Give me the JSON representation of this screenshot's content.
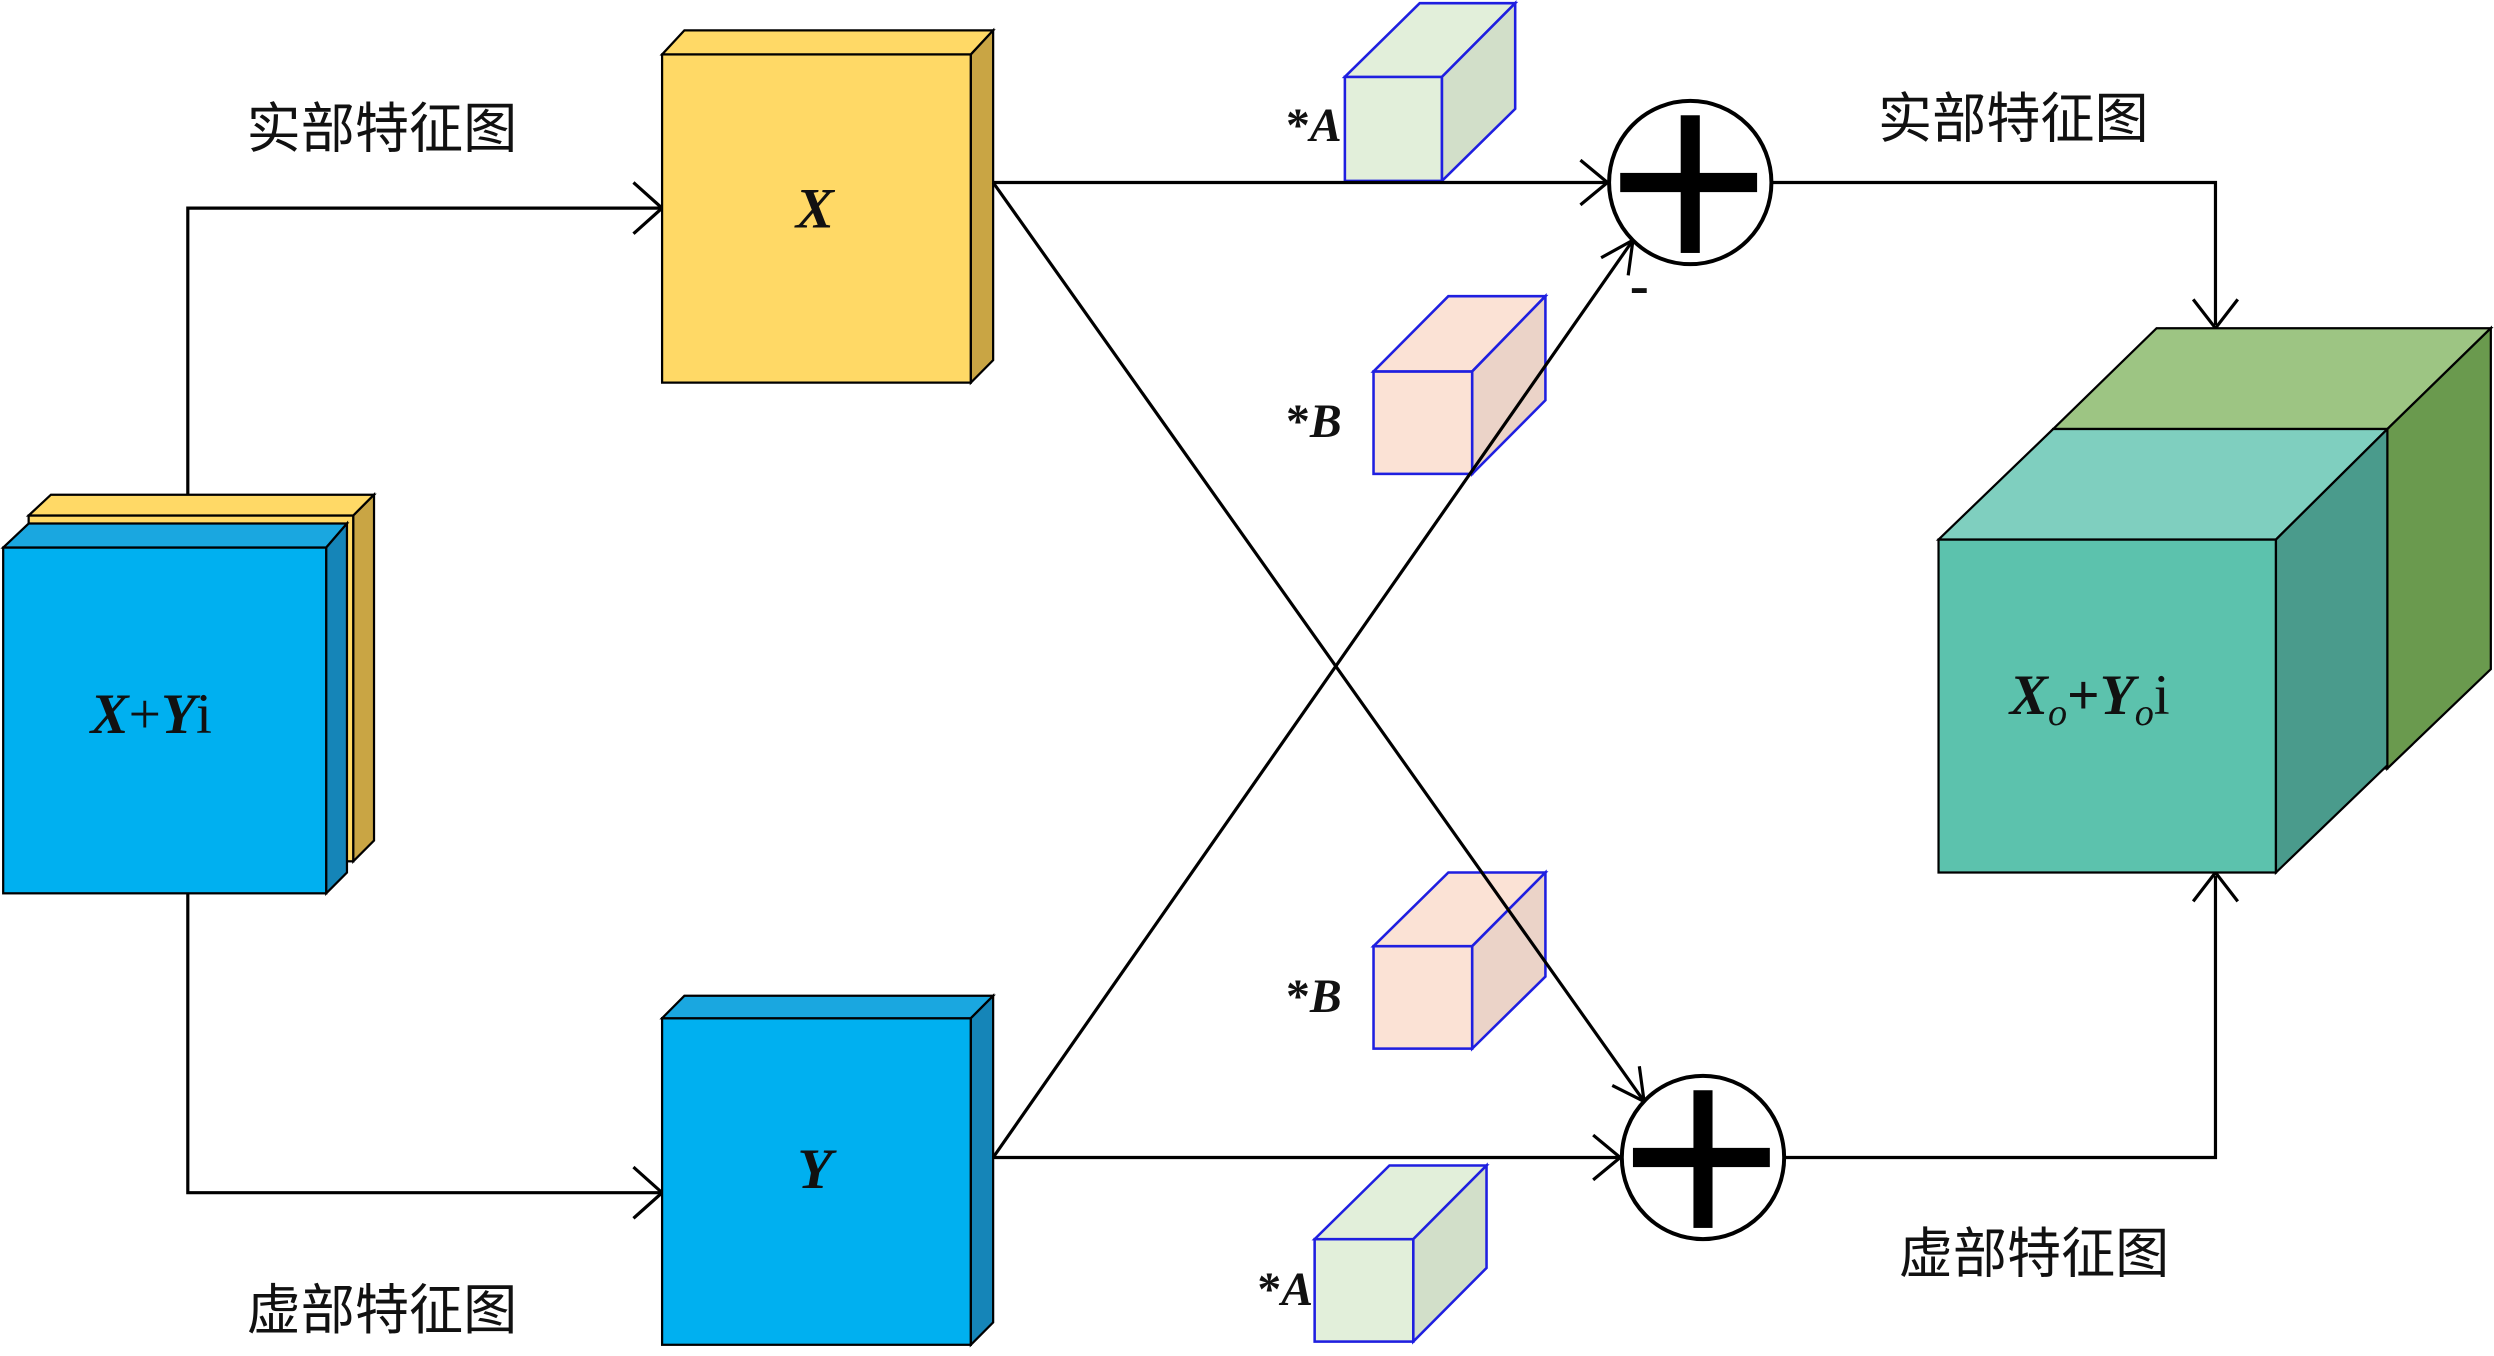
{
  "labels": {
    "real_in": "实部特征图",
    "imag_in": "虚部特征图",
    "real_out": "实部特征图",
    "imag_out": "虚部特征图"
  },
  "input_block": {
    "x": "X",
    "plus": "+",
    "y": "Y",
    "i": "i"
  },
  "x_block": "X",
  "y_block": "Y",
  "output_block": {
    "x": "X",
    "x_sub": "o",
    "plus": "+",
    "y": "Y",
    "y_sub": "o",
    "i": "i"
  },
  "weights": {
    "top_a": {
      "star": "*",
      "letter": "A"
    },
    "top_b": {
      "star": "*",
      "letter": "B"
    },
    "bottom_b": {
      "star": "*",
      "letter": "B"
    },
    "bottom_a": {
      "star": "*",
      "letter": "A"
    }
  },
  "ops": {
    "minus_sign": "-"
  },
  "colors": {
    "yellow_front": "#FFD966",
    "yellow_side": "#C9A544",
    "blue_front": "#00B0F0",
    "blue_top": "#1AA7E0",
    "blue_side": "#1585B8",
    "weight_a_front": "#E2EFDA",
    "weight_a_side": "#D2DFC9",
    "weight_b_front": "#FBE2D5",
    "weight_b_side": "#EBD3C8",
    "weight_stroke": "#1F1FE0",
    "teal_front": "#5CC2AD",
    "teal_top": "#7FCFBF",
    "teal_side": "#4A9B8C",
    "green_top": "#9DC583",
    "green_side": "#6A9A4E"
  }
}
